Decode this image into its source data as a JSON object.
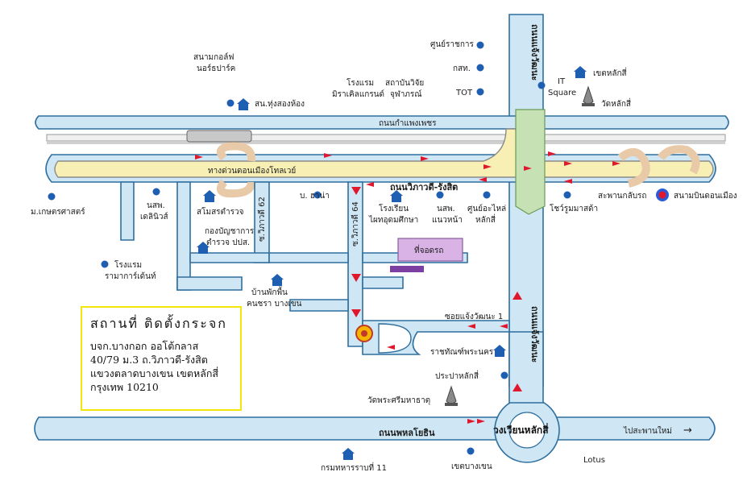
{
  "roads": {
    "chaeng_watthana_top": "ถนนแจ้งวัฒนะ",
    "chaeng_watthana_mid": "ถนนแจ้งวัฒนะ",
    "kamphaeng_phet": "ถนนกำแพงเพชร",
    "don_mueang_tollway": "ทางด่วนดอนเมืองโทลเวย์",
    "vibhavadi": "ถนนวิภาวดี-รังสิต",
    "vibhavadi_62": "ซ.วิภาวดี 62",
    "vibhavadi_64": "ซ.วิภาวดี 64",
    "soi_chaeng_1": "ซอยแจ้งวัฒนะ 1",
    "phahon_yothin": "ถนนพหลโยธิน",
    "circle_lak_si": "วงเวียนหลักสี่",
    "to_saphan_mai": "ไปสะพานใหม่",
    "to_saphan_mai_arrow": "→"
  },
  "places": {
    "golf": [
      "สนามกอล์ฟ",
      "นอร์ธปาร์ค"
    ],
    "thung_song_hong": "สน.ทุ่งสองห้อง",
    "miracle_hotel": [
      "โรงแรม",
      "มิราเคิลแกรนด์"
    ],
    "chulabhorn_institute": [
      "สถาบันวิจัย",
      "จุฬาภรณ์"
    ],
    "government_center": "ศูนย์ราชการ",
    "cat": "กสท.",
    "tot": "TOT",
    "it_square": [
      "IT",
      "Square"
    ],
    "lak_si_district_top": "เขตหลักสี่",
    "wat_lak_si": "วัดหลักสี่",
    "saphan_klap_rot": "สะพานกลับรถ",
    "don_mueang_airport": "สนามบินดอนเมือง",
    "showroom_mazda": "โชว์รูมมาสด้า",
    "kasetsart": "ม.เกษตรศาสตร์",
    "delinews": [
      "นสพ.",
      "เดลินิวส์"
    ],
    "police_club": "สโมสรตำรวจ",
    "police_command": [
      "กองบัญชาการ",
      "ตำรวจ ปปส."
    ],
    "hana": "บ. ฮาน่า",
    "school_phaithom": [
      "โรงเรียน",
      "ไผทอุดมศึกษา"
    ],
    "naewna": [
      "นสพ.",
      "แนวหน้า"
    ],
    "lak_si_parts": [
      "ศูนย์อะไหล่",
      "หลักสี่"
    ],
    "rama_gardens": [
      "โรงแรม",
      "รามาการ์เด้นท์"
    ],
    "parking": "ที่จอดรถ",
    "bangkhen_police_housing": [
      "บ้านพักพื้น",
      "คนชรา บางเขน"
    ],
    "ratchathan_phra_nakhon": "ราชทัณฑ์พระนคร",
    "lak_si_waterworks": "ประปาหลักสี่",
    "wat_phra_sri_mahathat": "วัดพระศรีมหาธาตุ",
    "infantry_11": "กรมทหารราบที่ 11",
    "bang_khen_district": "เขตบางเขน",
    "lotus": "Lotus"
  },
  "info_box": {
    "title": "สถานที่ ติดตั้งกระจก",
    "line1": "บจก.บางกอก ออโต้กลาส",
    "line2": "40/79 ม.3  ถ.วิภาวดี-รังสิต",
    "line3": "แขวงตลาดบางเขน  เขตหลักสี่",
    "line4": "กรุงเทพ  10210"
  },
  "colors": {
    "road_fill": "#cfe7f5",
    "road_stroke": "#2f6f9e",
    "tollway_fill": "#f7efb4",
    "arrow": "#e0182d",
    "marker": "#1f5fb2",
    "info_border": "#f2e60a",
    "parking": "#d9b3e6"
  }
}
